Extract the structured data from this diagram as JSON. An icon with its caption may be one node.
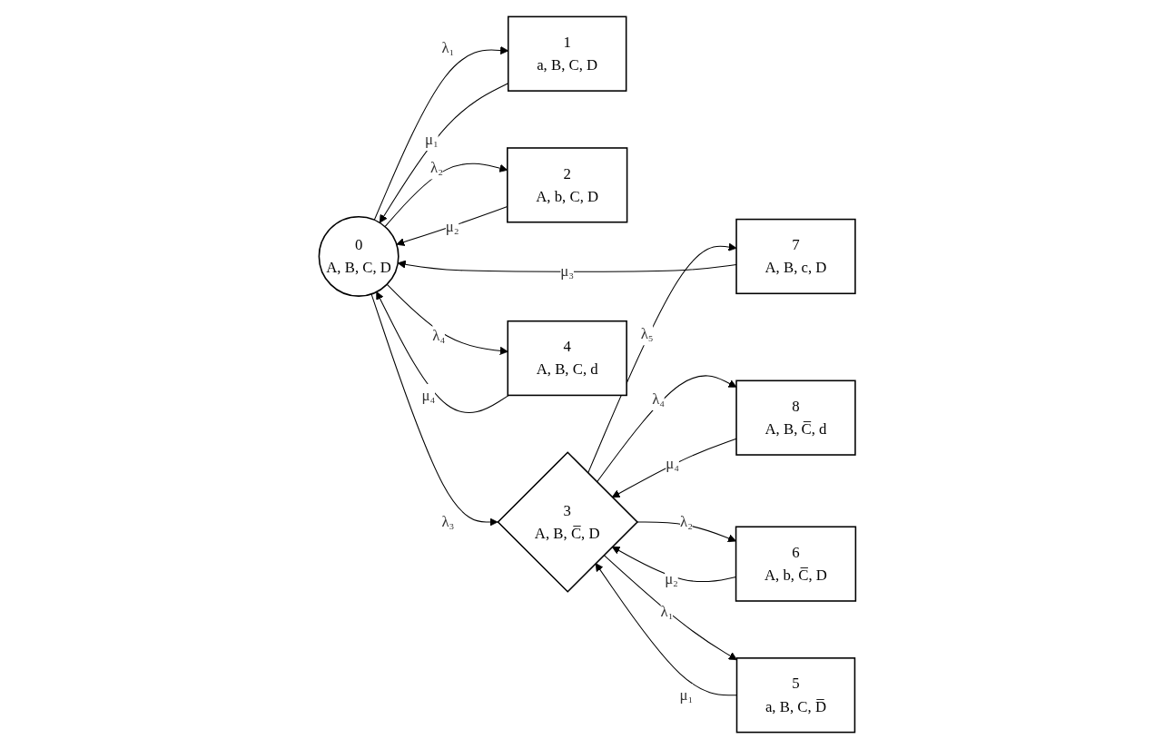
{
  "diagram": {
    "nodes": [
      {
        "text": [
          "0",
          "A, B, C, D"
        ]
      },
      {
        "text": [
          "1",
          "a, B, C, D"
        ]
      },
      {
        "text": [
          "2",
          "A, b, C, D"
        ]
      },
      {
        "text": [
          "3",
          "A, B, C̅, D"
        ]
      },
      {
        "text": [
          "4",
          "A, B, C, d"
        ]
      },
      {
        "text": [
          "5",
          "a, B, C, D̅"
        ]
      },
      {
        "text": [
          "6",
          "A, b, C̅, D"
        ]
      },
      {
        "text": [
          "7",
          "A, B, c, D"
        ]
      },
      {
        "text": [
          "8",
          "A, B, C̅, d"
        ]
      }
    ],
    "edges": [
      {
        "from": 0,
        "to": 1,
        "arrow": "to",
        "label": "λ₁"
      },
      {
        "from": 1,
        "to": 0,
        "arrow": "to",
        "label": "μ₁"
      },
      {
        "from": 0,
        "to": 2,
        "arrow": "to",
        "label": "λ₂"
      },
      {
        "from": 2,
        "to": 0,
        "arrow": "to",
        "label": "μ₂"
      },
      {
        "from": 0,
        "to": 4,
        "arrow": "to",
        "label": "λ₄"
      },
      {
        "from": 4,
        "to": 0,
        "arrow": "to",
        "label": "μ₄"
      },
      {
        "from": 7,
        "to": 0,
        "arrow": "to",
        "label": "μ₃"
      },
      {
        "from": 0,
        "to": 3,
        "arrow": "to",
        "label": "λ₃"
      },
      {
        "from": 3,
        "to": 7,
        "arrow": "to",
        "label": "λ₅"
      },
      {
        "from": 3,
        "to": 8,
        "arrow": "to",
        "label": "λ₄"
      },
      {
        "from": 8,
        "to": 3,
        "arrow": "to",
        "label": "μ₄"
      },
      {
        "from": 3,
        "to": 6,
        "arrow": "to",
        "label": "λ₂"
      },
      {
        "from": 6,
        "to": 3,
        "arrow": "to",
        "label": "μ₂"
      },
      {
        "from": 3,
        "to": 5,
        "arrow": "to",
        "label": "λ₁"
      },
      {
        "from": 5,
        "to": 3,
        "arrow": "to",
        "label": "μ₁"
      }
    ]
  }
}
